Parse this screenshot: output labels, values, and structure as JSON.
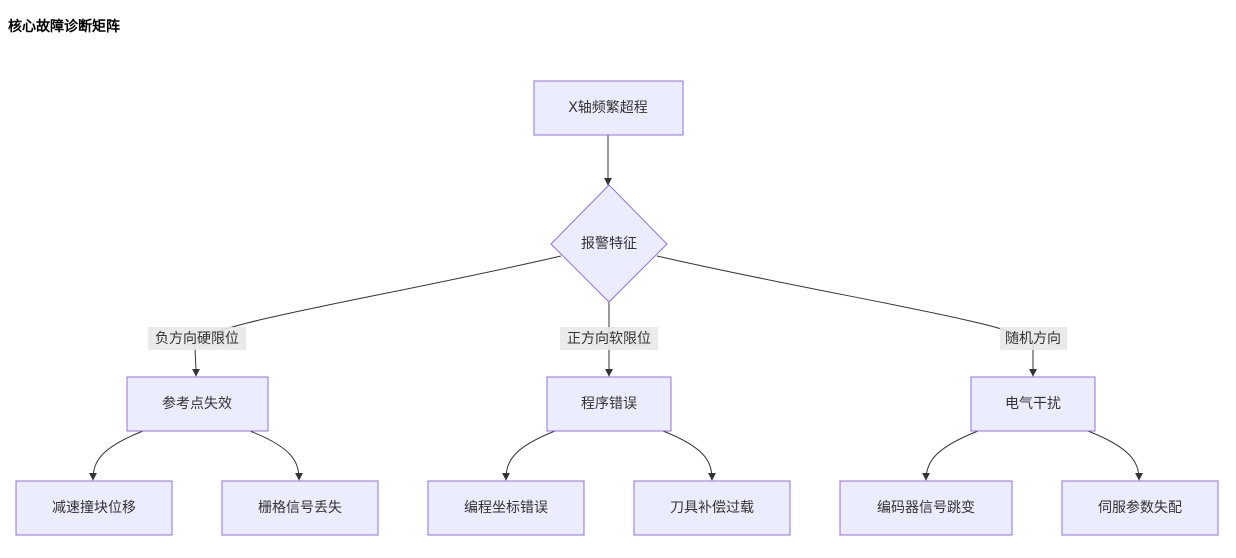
{
  "title": "核心故障诊断矩阵",
  "nodes": {
    "root": "X轴频繁超程",
    "decision": "报警特征",
    "ref_point": "参考点失效",
    "program": "程序错误",
    "electric": "电气干扰",
    "decel": "减速撞块位移",
    "grid": "栅格信号丢失",
    "coord": "编程坐标错误",
    "tool": "刀具补偿过载",
    "encoder": "编码器信号跳变",
    "servo": "伺服参数失配"
  },
  "edge_labels": {
    "neg_hard": "负方向硬限位",
    "pos_soft": "正方向软限位",
    "random": "随机方向"
  },
  "colors": {
    "node_fill": "#ececff",
    "node_stroke": "#9370db",
    "edge": "#333333",
    "label_bg": "#e8e8e8"
  }
}
